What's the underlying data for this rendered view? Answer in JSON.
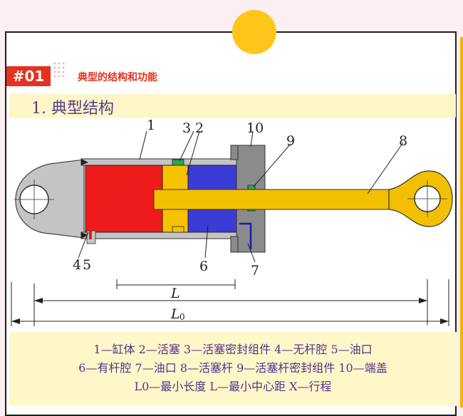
{
  "header": {
    "badge": "#01",
    "section_label": "典型的结构和功能"
  },
  "subtitle": "1. 典型结构",
  "diagram": {
    "labels": {
      "n1": "1",
      "n2": "2",
      "n3": "3",
      "n4": "4",
      "n5": "5",
      "n6": "6",
      "n7": "7",
      "n8": "8",
      "n9": "9",
      "n10": "10",
      "L": "L",
      "L0_main": "L",
      "L0_sub": "0"
    }
  },
  "caption": {
    "line1": "1—缸体 2—活塞 3—活塞密封组件 4—无杆腔 5—油口",
    "line2": "6—有杆腔 7—油口 8—活塞杆 9—活塞杆密封组件 10—端盖",
    "line3": "L0—最小长度 L—最小中心距 X—行程"
  },
  "colors": {
    "accent_red": "#e5311f",
    "accent_yellow": "#ffc51a",
    "rodless_chamber": "#ee1c1c",
    "piston": "#f7c300",
    "rod_chamber": "#3b3bd6",
    "rod": "#f2c000",
    "seal": "#2aa84a",
    "end_cap": "#8b8b8b",
    "body": "#c4c4c4",
    "caption_text": "#5b2f8e"
  }
}
